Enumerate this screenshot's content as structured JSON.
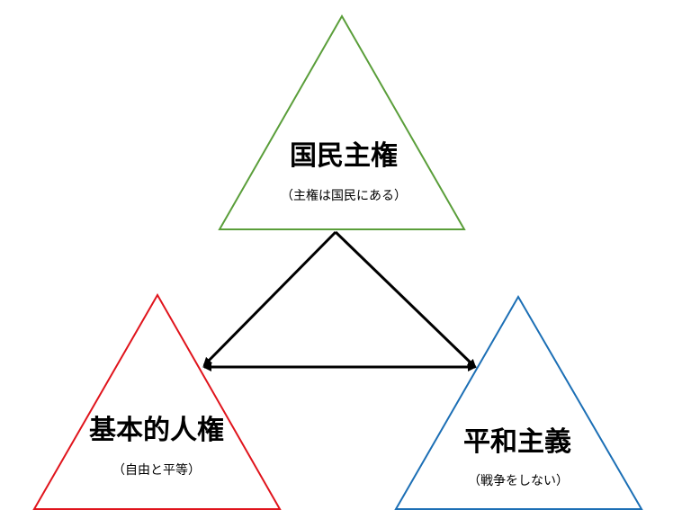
{
  "triangles": {
    "top": {
      "title": "国民主権",
      "subtitle": "（主権は国民にある）",
      "color": "#5a9e3a"
    },
    "left": {
      "title": "基本的人権",
      "subtitle": "（自由と平等）",
      "color": "#e0141c"
    },
    "right": {
      "title": "平和主義",
      "subtitle": "（戦争をしない）",
      "color": "#1c6fb5"
    }
  },
  "arrow_color": "#000000"
}
